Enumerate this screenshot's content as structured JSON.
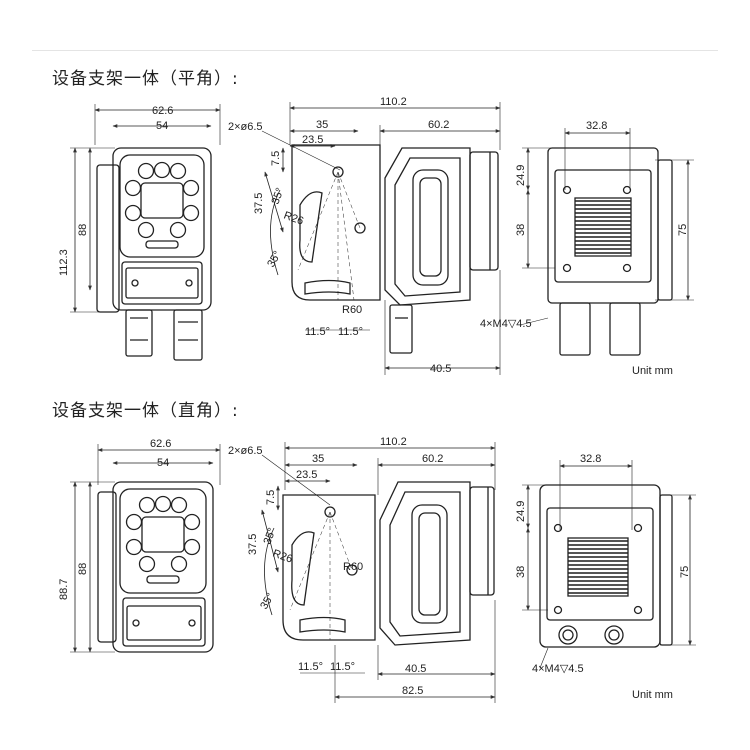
{
  "sections": [
    {
      "title": "设备支架一体（平角）:",
      "unit": "Unit mm",
      "front": {
        "width_outer": "62.6",
        "width_inner": "54",
        "height_outer": "112.3",
        "height_inner": "88"
      },
      "bracket": {
        "hole": "2×ø6.5",
        "w35": "35",
        "w23_5": "23.5",
        "h7_5": "7.5",
        "h37_5": "37.5",
        "angle_a": "35°",
        "angle_b": "35°",
        "r26": "R26",
        "r60": "R60",
        "ang_l": "11.5°",
        "ang_r": "11.5°"
      },
      "side": {
        "total": "110.2",
        "w60_2": "60.2",
        "w40_5": "40.5"
      },
      "back": {
        "w32_8": "32.8",
        "h24_9": "24.9",
        "h38": "38",
        "h75": "75",
        "thread": "4×M4▽4.5"
      }
    },
    {
      "title": "设备支架一体（直角）:",
      "unit": "Unit mm",
      "front": {
        "width_outer": "62.6",
        "width_inner": "54",
        "height_outer": "88.7",
        "height_inner": "88"
      },
      "bracket": {
        "hole": "2×ø6.5",
        "w35": "35",
        "w23_5": "23.5",
        "h7_5": "7.5",
        "h37_5": "37.5",
        "angle_a": "35°",
        "angle_b": "35°",
        "r26": "R26",
        "r60": "R60",
        "ang_l": "11.5°",
        "ang_r": "11.5°"
      },
      "side": {
        "total": "110.2",
        "w60_2": "60.2",
        "w40_5": "40.5",
        "w82_5": "82.5"
      },
      "back": {
        "w32_8": "32.8",
        "h24_9": "24.9",
        "h38": "38",
        "h75": "75",
        "thread": "4×M4▽4.5"
      }
    }
  ]
}
